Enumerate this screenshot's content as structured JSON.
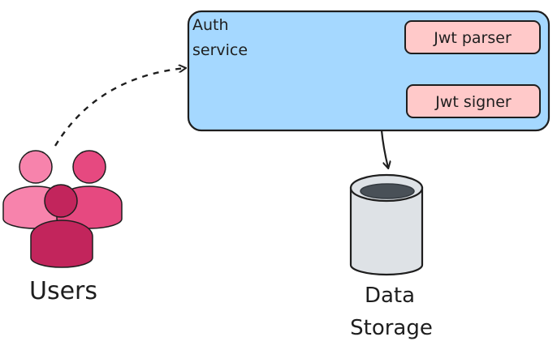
{
  "auth_service": {
    "label_line1": "Auth",
    "label_line2": "service",
    "fill": "#a5d8ff"
  },
  "components": [
    {
      "label": "Jwt parser",
      "fill": "#ffc9c9"
    },
    {
      "label": "Jwt signer",
      "fill": "#ffc9c9"
    }
  ],
  "data_storage": {
    "label_line1": "Data",
    "label_line2": "Storage",
    "fill": "#dee2e6"
  },
  "users": {
    "label": "Users",
    "colors": [
      "#f783ac",
      "#e64980",
      "#c2255c"
    ]
  },
  "stroke_color": "#1e1e1e"
}
